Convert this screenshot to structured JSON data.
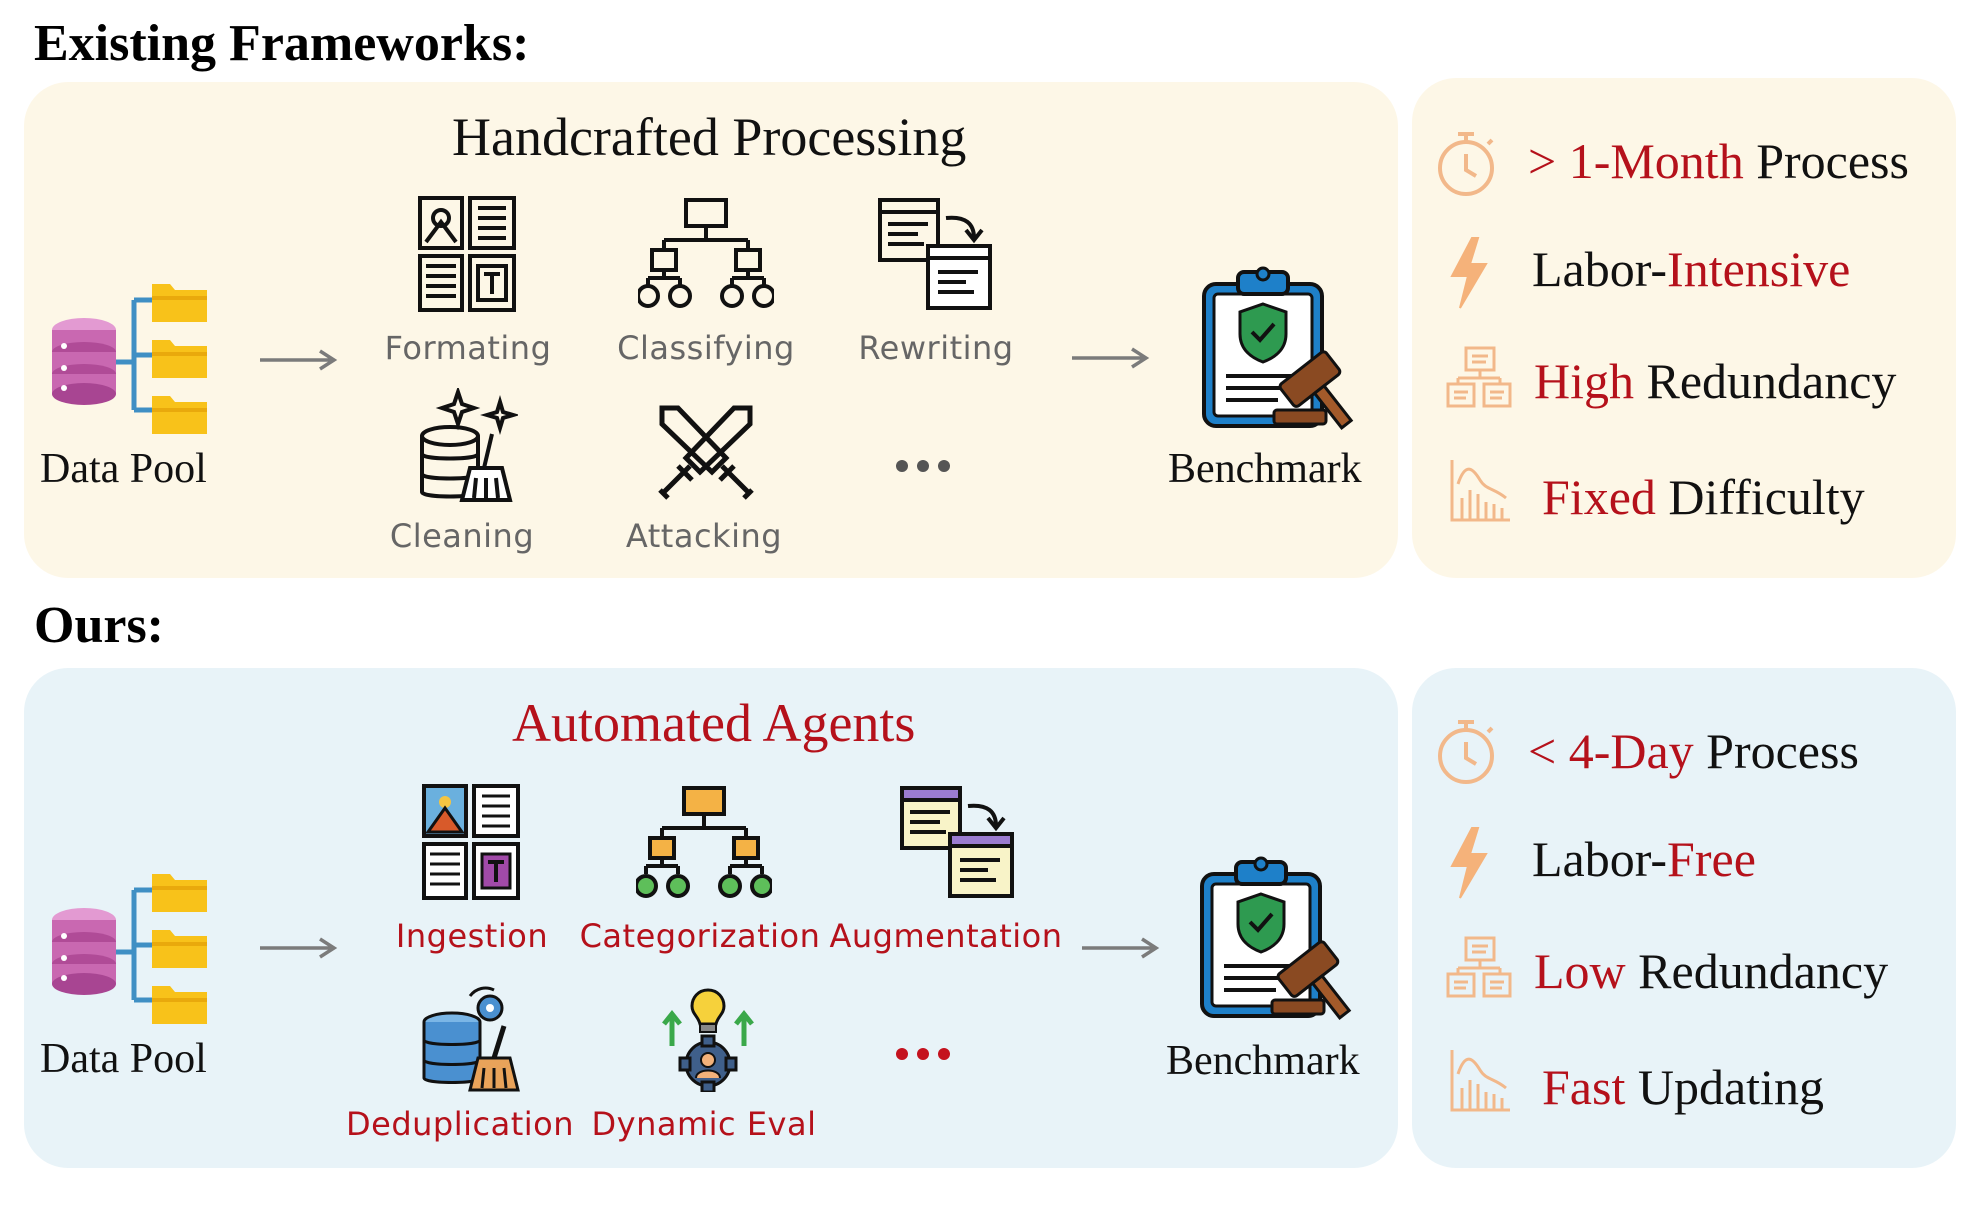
{
  "existing": {
    "heading": "Existing Frameworks:",
    "panel_title": "Handcrafted Processing",
    "data_pool": "Data Pool",
    "benchmark": "Benchmark",
    "steps": [
      "Formating",
      "Classifying",
      "Rewriting",
      "Cleaning",
      "Attacking"
    ],
    "props": [
      {
        "hi": "> 1-Month",
        "rest": " Process"
      },
      {
        "pre": "Labor-",
        "hi": "Intensive"
      },
      {
        "hi": "High",
        "rest": " Redundancy"
      },
      {
        "hi": "Fixed",
        "rest": " Difficulty"
      }
    ]
  },
  "ours": {
    "heading": "Ours:",
    "panel_title": "Automated Agents",
    "data_pool": "Data Pool",
    "benchmark": "Benchmark",
    "steps": [
      "Ingestion",
      "Categorization",
      "Augmentation",
      "Deduplication",
      "Dynamic Eval"
    ],
    "props": [
      {
        "hi": "< 4-Day",
        "rest": " Process"
      },
      {
        "pre": "Labor-",
        "hi": "Free"
      },
      {
        "hi": "Low",
        "rest": " Redundancy"
      },
      {
        "hi": "Fast",
        "rest": " Updating"
      }
    ]
  },
  "colors": {
    "accent_red": "#b5111b",
    "prop_icon": "#f2b88a",
    "top_panel": "#fdf7e7",
    "bottom_panel": "#e8f3f8"
  }
}
